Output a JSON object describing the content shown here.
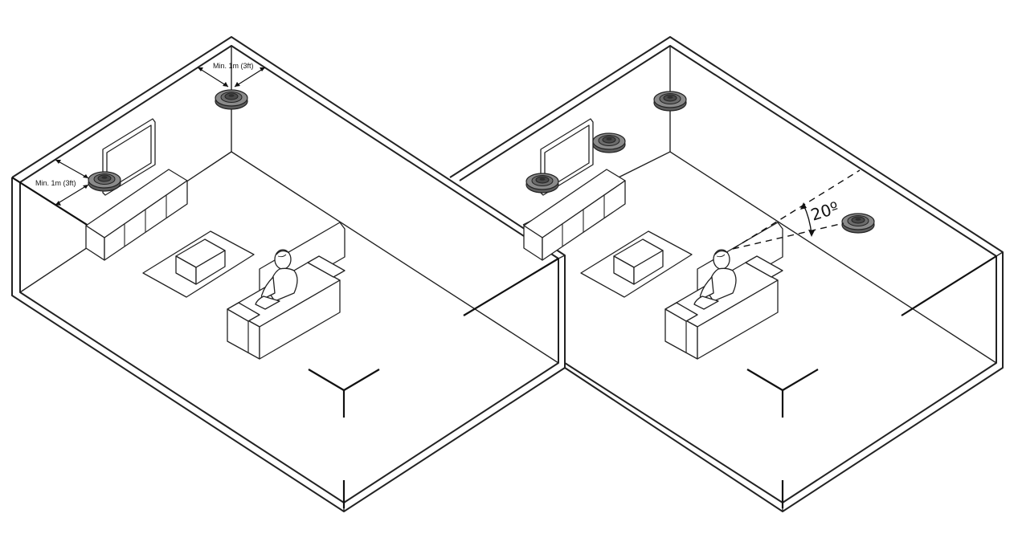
{
  "figures": {
    "left": {
      "ceiling_clearance_label": "Min. 1m (3ft)",
      "side_clearance_label": "Min. 1m (3ft)"
    },
    "right": {
      "angle_label": "20º"
    }
  },
  "colors": {
    "line": "#222222",
    "speaker_fill": "#7a7a7a",
    "speaker_dark": "#3a3a3a",
    "background": "#ffffff"
  },
  "icons": [
    "speaker-icon",
    "tv-icon",
    "sofa-icon",
    "person-icon",
    "coffee-table-icon",
    "tv-cabinet-icon",
    "axis-icon"
  ]
}
